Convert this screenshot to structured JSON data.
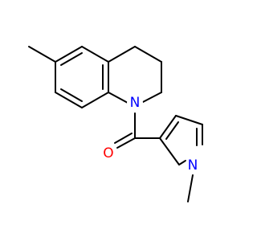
{
  "molecule": {
    "atoms": {
      "ring_nitrogen": {
        "symbol": "N",
        "color": "#0000ff"
      },
      "carbonyl_oxygen": {
        "symbol": "O",
        "color": "#ff0000"
      },
      "pyrrole_nitrogen": {
        "symbol": "N",
        "color": "#0000ff"
      }
    },
    "bond_color": "#000000",
    "background": "#ffffff"
  }
}
